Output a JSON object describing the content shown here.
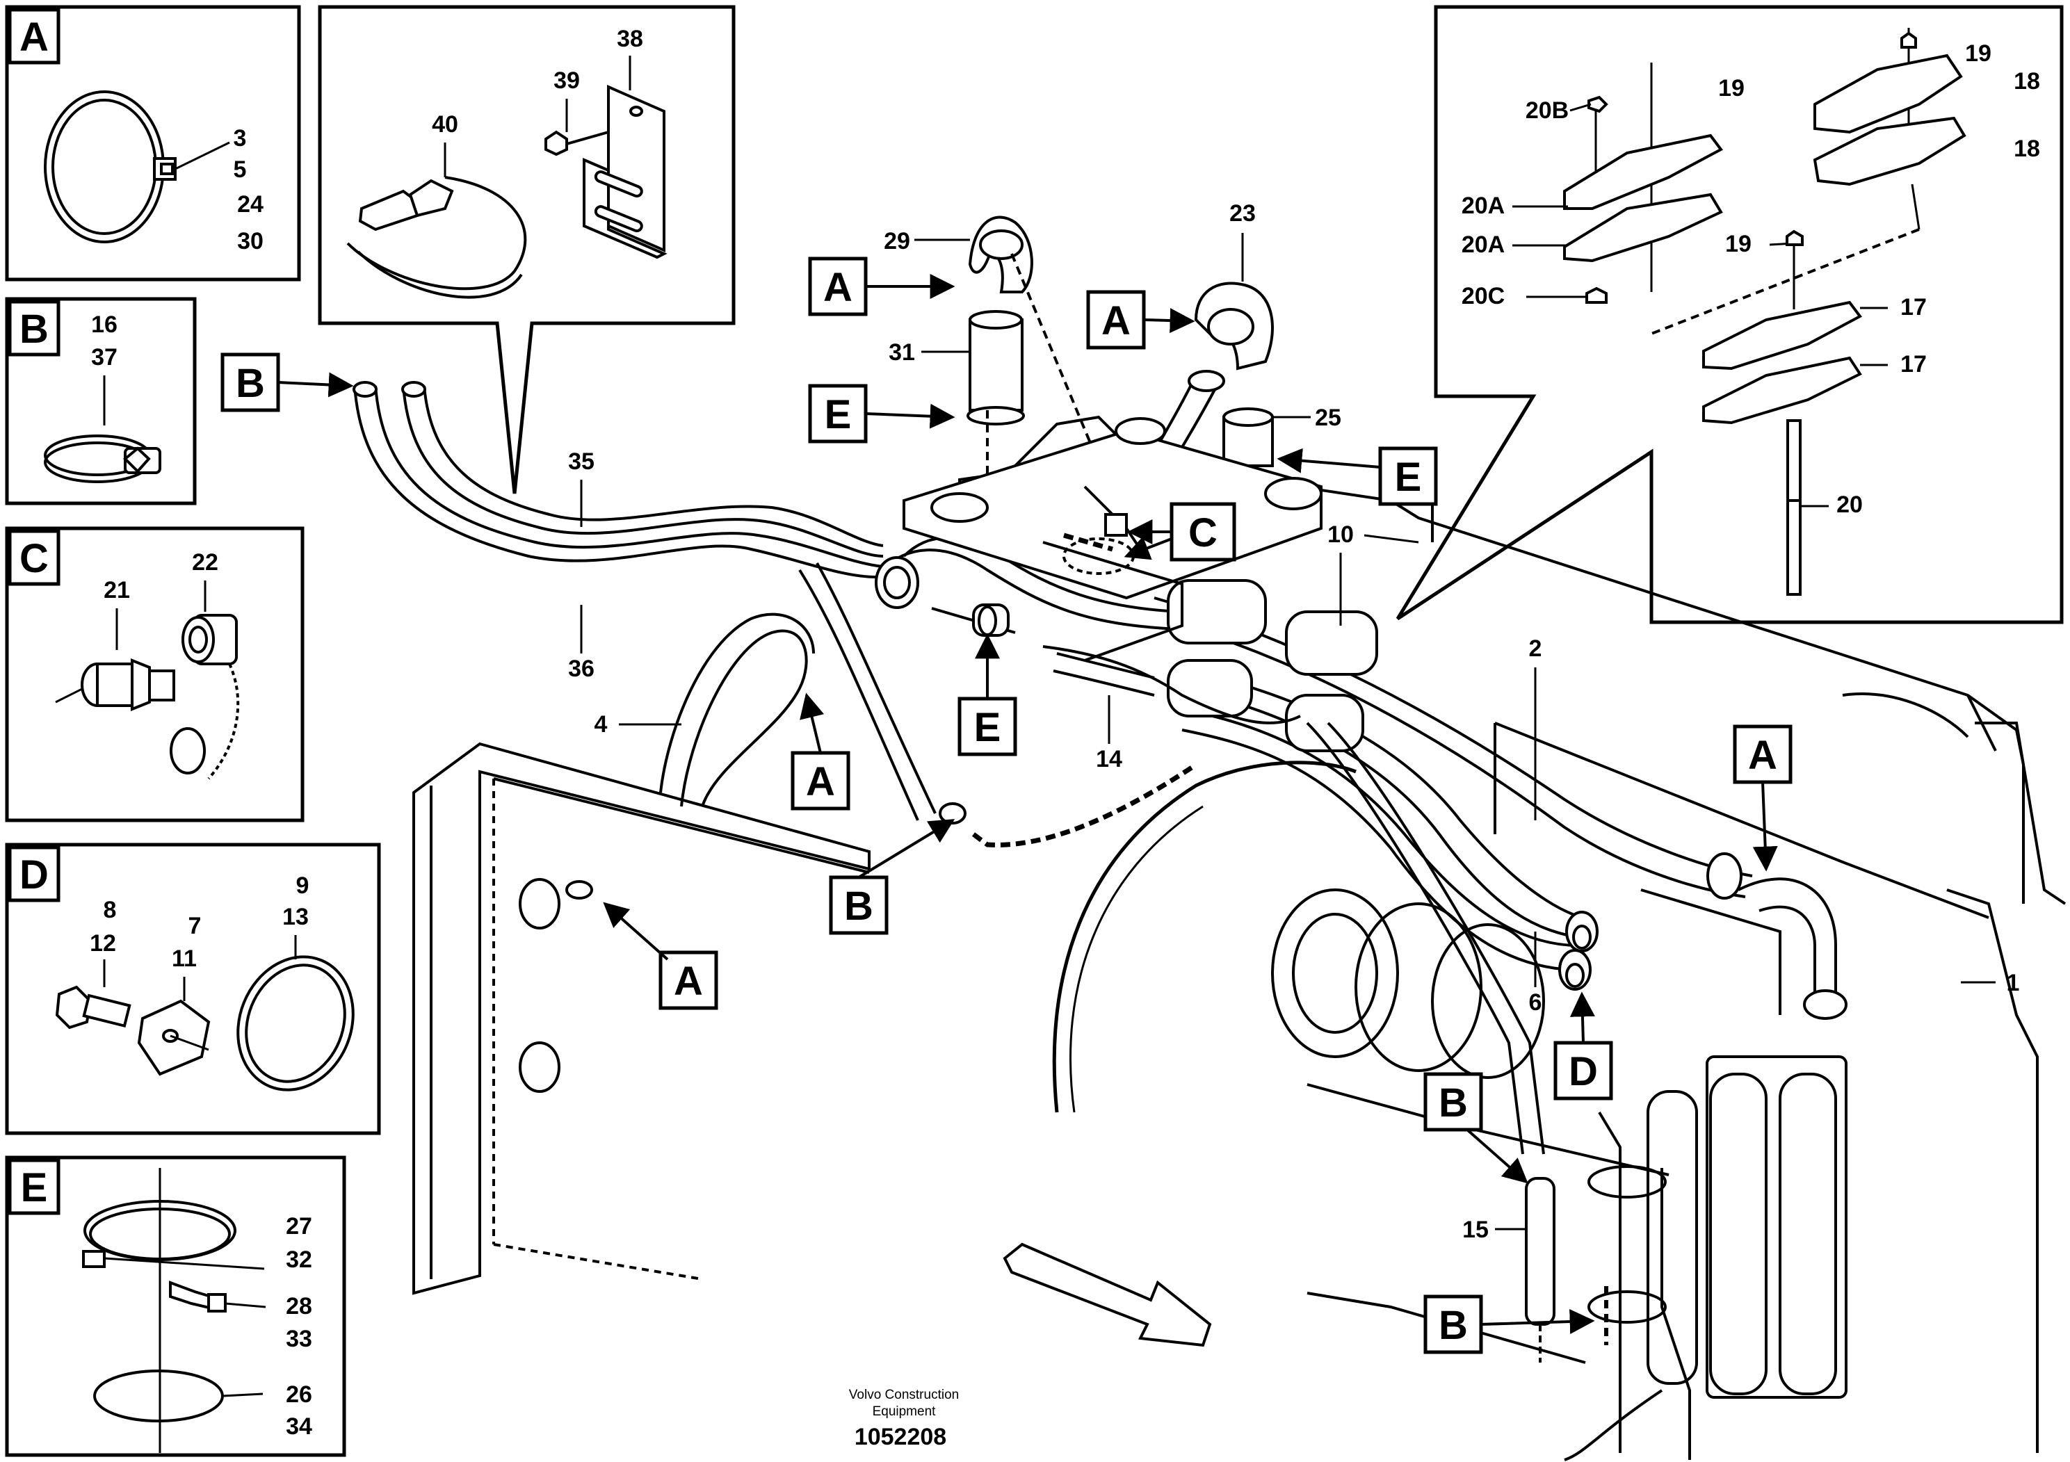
{
  "panels": {
    "A": {
      "letter": "A",
      "parts": [
        "3",
        "5",
        "24",
        "30"
      ]
    },
    "B": {
      "letter": "B",
      "parts": [
        "16",
        "37"
      ]
    },
    "C": {
      "letter": "C",
      "parts": [
        "21",
        "22"
      ]
    },
    "D": {
      "letter": "D",
      "parts": [
        "8",
        "12",
        "7",
        "11",
        "9",
        "13"
      ]
    },
    "E": {
      "letter": "E",
      "parts": [
        "27",
        "32",
        "28",
        "33",
        "26",
        "34"
      ]
    }
  },
  "top_inset": {
    "parts": [
      "38",
      "39",
      "40"
    ]
  },
  "clip_inset": {
    "parts": [
      "19",
      "19",
      "18",
      "18",
      "20B",
      "20A",
      "20A",
      "19",
      "20C",
      "17",
      "17",
      "20"
    ]
  },
  "main_parts": [
    "29",
    "31",
    "23",
    "25",
    "35",
    "36",
    "4",
    "10",
    "2",
    "14",
    "1",
    "6",
    "15"
  ],
  "callouts": [
    "B",
    "A",
    "E",
    "A",
    "C",
    "E",
    "E",
    "A",
    "B",
    "A",
    "A",
    "D",
    "B",
    "B"
  ],
  "footer": {
    "maker_line1": "Volvo Construction",
    "maker_line2": "Equipment",
    "document_number": "1052208"
  }
}
